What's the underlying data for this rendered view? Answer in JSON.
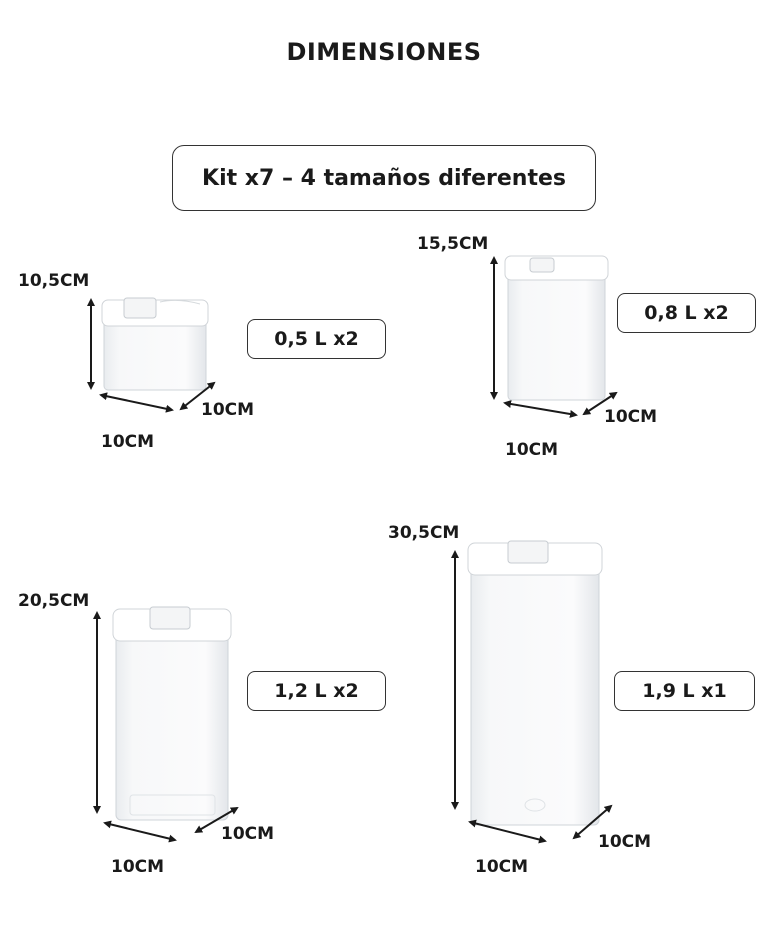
{
  "title": "DIMENSIONES",
  "kit": "Kit x7 – 4 tamaños diferentes",
  "containers": [
    {
      "capacity": "0,5 L x2",
      "height": "10,5CM",
      "width": "10CM",
      "depth": "10CM"
    },
    {
      "capacity": "0,8 L x2",
      "height": "15,5CM",
      "width": "10CM",
      "depth": "10CM"
    },
    {
      "capacity": "1,2 L x2",
      "height": "20,5CM",
      "width": "10CM",
      "depth": "10CM"
    },
    {
      "capacity": "1,9 L x1",
      "height": "30,5CM",
      "width": "10CM",
      "depth": "10CM"
    }
  ],
  "colors": {
    "text": "#1a1a1a",
    "border": "#333333",
    "container": "#f2f4f6",
    "lid": "#ffffff"
  }
}
